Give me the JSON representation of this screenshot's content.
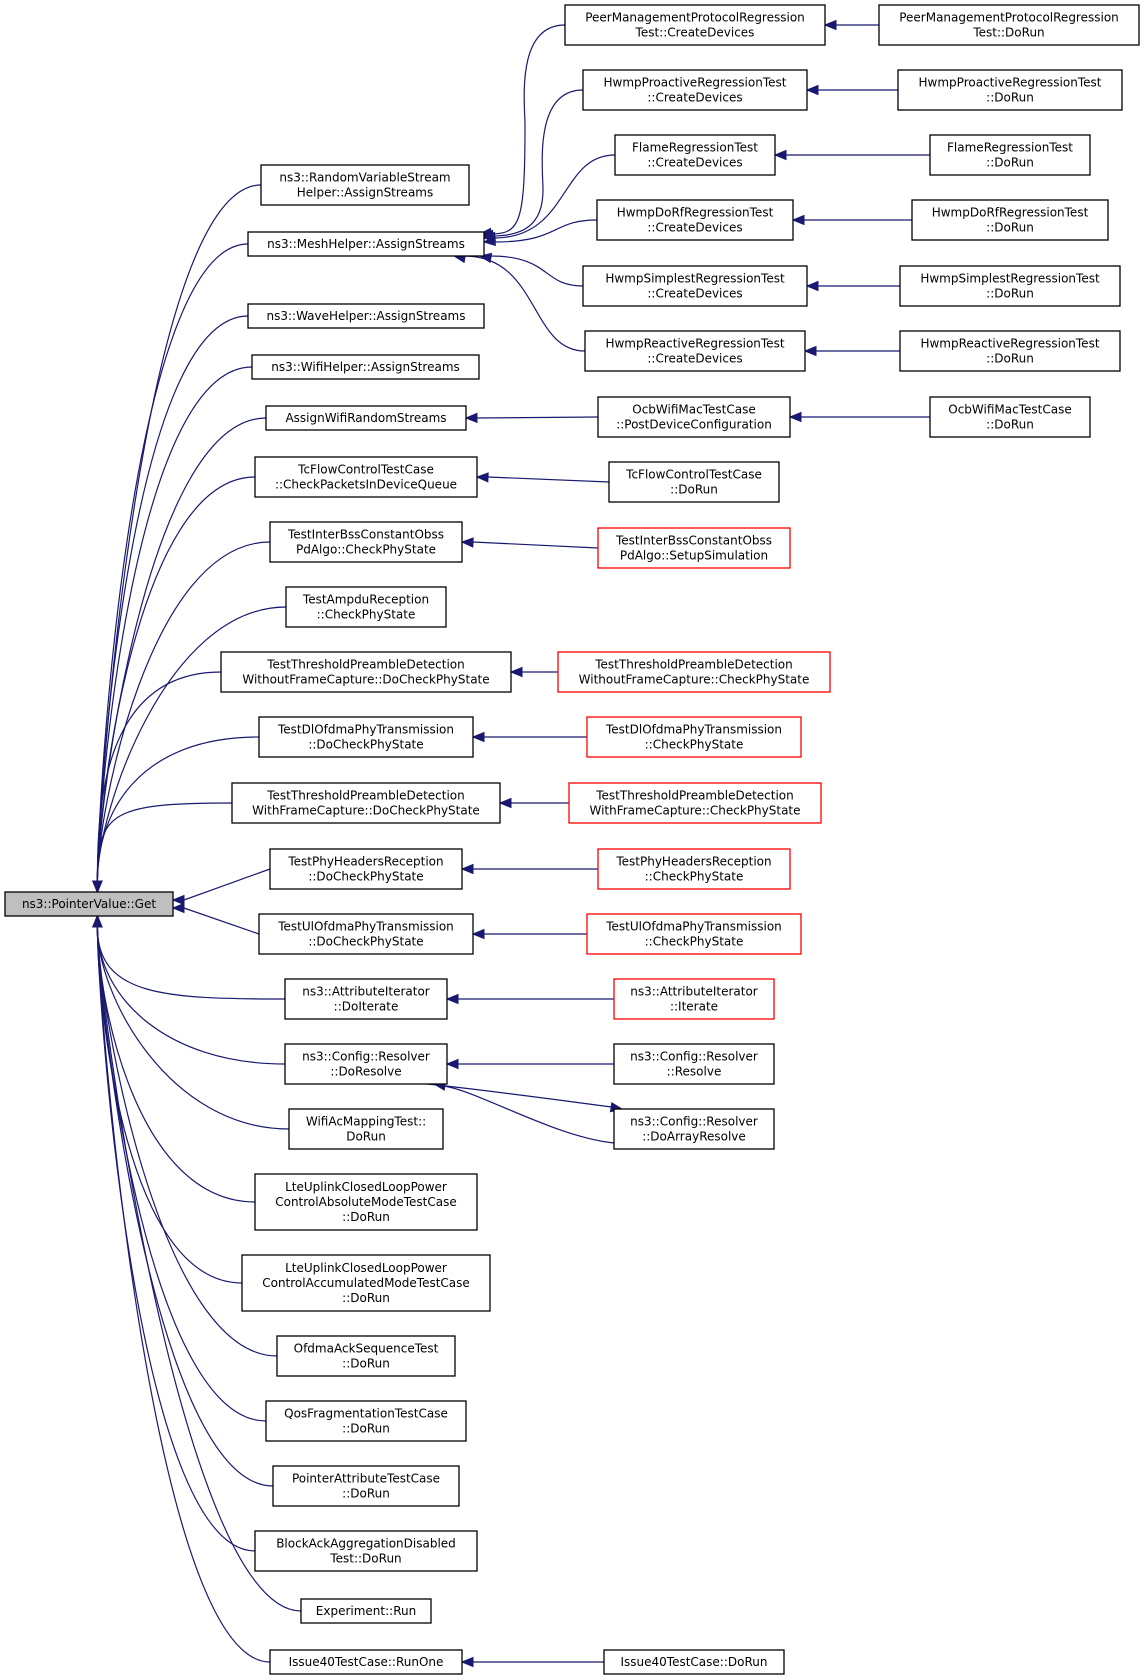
{
  "colors": {
    "edge": "#191970",
    "node_border": "#000000",
    "node_border_truncated": "#ff0000",
    "root_fill": "#bfbfbf",
    "node_fill": "#ffffff"
  },
  "nodes": [
    {
      "id": "get",
      "lines": [
        "ns3::PointerValue::Get"
      ],
      "style": "root"
    },
    {
      "id": "rvs_assign",
      "lines": [
        "ns3::RandomVariableStream",
        "Helper::AssignStreams"
      ],
      "style": "normal"
    },
    {
      "id": "mesh_assign",
      "lines": [
        "ns3::MeshHelper::AssignStreams"
      ],
      "style": "normal"
    },
    {
      "id": "wave_assign",
      "lines": [
        "ns3::WaveHelper::AssignStreams"
      ],
      "style": "normal"
    },
    {
      "id": "wifi_assign",
      "lines": [
        "ns3::WifiHelper::AssignStreams"
      ],
      "style": "normal"
    },
    {
      "id": "assign_wifi_rand",
      "lines": [
        "AssignWifiRandomStreams"
      ],
      "style": "normal"
    },
    {
      "id": "tc_check",
      "lines": [
        "TcFlowControlTestCase",
        "::CheckPacketsInDeviceQueue"
      ],
      "style": "normal"
    },
    {
      "id": "interbss_check",
      "lines": [
        "TestInterBssConstantObss",
        "PdAlgo::CheckPhyState"
      ],
      "style": "normal"
    },
    {
      "id": "ampdu_check",
      "lines": [
        "TestAmpduReception",
        "::CheckPhyState"
      ],
      "style": "normal"
    },
    {
      "id": "thr_wo_do",
      "lines": [
        "TestThresholdPreambleDetection",
        "WithoutFrameCapture::DoCheckPhyState"
      ],
      "style": "normal"
    },
    {
      "id": "dl_ofdma_do",
      "lines": [
        "TestDlOfdmaPhyTransmission",
        "::DoCheckPhyState"
      ],
      "style": "normal"
    },
    {
      "id": "thr_w_do",
      "lines": [
        "TestThresholdPreambleDetection",
        "WithFrameCapture::DoCheckPhyState"
      ],
      "style": "normal"
    },
    {
      "id": "phyhdr_do",
      "lines": [
        "TestPhyHeadersReception",
        "::DoCheckPhyState"
      ],
      "style": "normal"
    },
    {
      "id": "ul_ofdma_do",
      "lines": [
        "TestUlOfdmaPhyTransmission",
        "::DoCheckPhyState"
      ],
      "style": "normal"
    },
    {
      "id": "attr_doiter",
      "lines": [
        "ns3::AttributeIterator",
        "::DoIterate"
      ],
      "style": "normal"
    },
    {
      "id": "cfg_doresolve",
      "lines": [
        "ns3::Config::Resolver",
        "::DoResolve"
      ],
      "style": "normal"
    },
    {
      "id": "wifiac_dorun",
      "lines": [
        "WifiAcMappingTest::",
        "DoRun"
      ],
      "style": "normal"
    },
    {
      "id": "lte_abs",
      "lines": [
        "LteUplinkClosedLoopPower",
        "ControlAbsoluteModeTestCase",
        "::DoRun"
      ],
      "style": "normal"
    },
    {
      "id": "lte_acc",
      "lines": [
        "LteUplinkClosedLoopPower",
        "ControlAccumulatedModeTestCase",
        "::DoRun"
      ],
      "style": "normal"
    },
    {
      "id": "ofdma_ack",
      "lines": [
        "OfdmaAckSequenceTest",
        "::DoRun"
      ],
      "style": "normal"
    },
    {
      "id": "qos_frag",
      "lines": [
        "QosFragmentationTestCase",
        "::DoRun"
      ],
      "style": "normal"
    },
    {
      "id": "ptr_attr",
      "lines": [
        "PointerAttributeTestCase",
        "::DoRun"
      ],
      "style": "normal"
    },
    {
      "id": "blockack",
      "lines": [
        "BlockAckAggregationDisabled",
        "Test::DoRun"
      ],
      "style": "normal"
    },
    {
      "id": "exp_run",
      "lines": [
        "Experiment::Run"
      ],
      "style": "normal"
    },
    {
      "id": "issue40_runone",
      "lines": [
        "Issue40TestCase::RunOne"
      ],
      "style": "normal"
    },
    {
      "id": "pmp_create",
      "lines": [
        "PeerManagementProtocolRegression",
        "Test::CreateDevices"
      ],
      "style": "normal"
    },
    {
      "id": "hwmp_pro_create",
      "lines": [
        "HwmpProactiveRegressionTest",
        "::CreateDevices"
      ],
      "style": "normal"
    },
    {
      "id": "flame_create",
      "lines": [
        "FlameRegressionTest",
        "::CreateDevices"
      ],
      "style": "normal"
    },
    {
      "id": "hwmp_dorf_create",
      "lines": [
        "HwmpDoRfRegressionTest",
        "::CreateDevices"
      ],
      "style": "normal"
    },
    {
      "id": "hwmp_simp_create",
      "lines": [
        "HwmpSimplestRegressionTest",
        "::CreateDevices"
      ],
      "style": "normal"
    },
    {
      "id": "hwmp_react_create",
      "lines": [
        "HwmpReactiveRegressionTest",
        "::CreateDevices"
      ],
      "style": "normal"
    },
    {
      "id": "ocb_postdev",
      "lines": [
        "OcbWifiMacTestCase",
        "::PostDeviceConfiguration"
      ],
      "style": "normal"
    },
    {
      "id": "tc_dorun",
      "lines": [
        "TcFlowControlTestCase",
        "::DoRun"
      ],
      "style": "normal"
    },
    {
      "id": "interbss_setup",
      "lines": [
        "TestInterBssConstantObss",
        "PdAlgo::SetupSimulation"
      ],
      "style": "truncated"
    },
    {
      "id": "thr_wo_check",
      "lines": [
        "TestThresholdPreambleDetection",
        "WithoutFrameCapture::CheckPhyState"
      ],
      "style": "truncated"
    },
    {
      "id": "dl_ofdma_check",
      "lines": [
        "TestDlOfdmaPhyTransmission",
        "::CheckPhyState"
      ],
      "style": "truncated"
    },
    {
      "id": "thr_w_check",
      "lines": [
        "TestThresholdPreambleDetection",
        "WithFrameCapture::CheckPhyState"
      ],
      "style": "truncated"
    },
    {
      "id": "phyhdr_check",
      "lines": [
        "TestPhyHeadersReception",
        "::CheckPhyState"
      ],
      "style": "truncated"
    },
    {
      "id": "ul_ofdma_check",
      "lines": [
        "TestUlOfdmaPhyTransmission",
        "::CheckPhyState"
      ],
      "style": "truncated"
    },
    {
      "id": "attr_iterate",
      "lines": [
        "ns3::AttributeIterator",
        "::Iterate"
      ],
      "style": "truncated"
    },
    {
      "id": "cfg_resolve",
      "lines": [
        "ns3::Config::Resolver",
        "::Resolve"
      ],
      "style": "normal"
    },
    {
      "id": "cfg_doarray",
      "lines": [
        "ns3::Config::Resolver",
        "::DoArrayResolve"
      ],
      "style": "normal"
    },
    {
      "id": "issue40_dorun",
      "lines": [
        "Issue40TestCase::DoRun"
      ],
      "style": "normal"
    },
    {
      "id": "pmp_dorun",
      "lines": [
        "PeerManagementProtocolRegression",
        "Test::DoRun"
      ],
      "style": "normal"
    },
    {
      "id": "hwmp_pro_dorun",
      "lines": [
        "HwmpProactiveRegressionTest",
        "::DoRun"
      ],
      "style": "normal"
    },
    {
      "id": "flame_dorun",
      "lines": [
        "FlameRegressionTest",
        "::DoRun"
      ],
      "style": "normal"
    },
    {
      "id": "hwmp_dorf_dorun",
      "lines": [
        "HwmpDoRfRegressionTest",
        "::DoRun"
      ],
      "style": "normal"
    },
    {
      "id": "hwmp_simp_dorun",
      "lines": [
        "HwmpSimplestRegressionTest",
        "::DoRun"
      ],
      "style": "normal"
    },
    {
      "id": "hwmp_react_dorun",
      "lines": [
        "HwmpReactiveRegressionTest",
        "::DoRun"
      ],
      "style": "normal"
    },
    {
      "id": "ocb_dorun",
      "lines": [
        "OcbWifiMacTestCase",
        "::DoRun"
      ],
      "style": "normal"
    }
  ],
  "edges": [
    {
      "from": "rvs_assign",
      "to": "get"
    },
    {
      "from": "mesh_assign",
      "to": "get"
    },
    {
      "from": "wave_assign",
      "to": "get"
    },
    {
      "from": "wifi_assign",
      "to": "get"
    },
    {
      "from": "assign_wifi_rand",
      "to": "get"
    },
    {
      "from": "tc_check",
      "to": "get"
    },
    {
      "from": "interbss_check",
      "to": "get"
    },
    {
      "from": "ampdu_check",
      "to": "get"
    },
    {
      "from": "thr_wo_do",
      "to": "get"
    },
    {
      "from": "dl_ofdma_do",
      "to": "get"
    },
    {
      "from": "thr_w_do",
      "to": "get"
    },
    {
      "from": "phyhdr_do",
      "to": "get"
    },
    {
      "from": "ul_ofdma_do",
      "to": "get"
    },
    {
      "from": "attr_doiter",
      "to": "get"
    },
    {
      "from": "cfg_doresolve",
      "to": "get"
    },
    {
      "from": "wifiac_dorun",
      "to": "get"
    },
    {
      "from": "lte_abs",
      "to": "get"
    },
    {
      "from": "lte_acc",
      "to": "get"
    },
    {
      "from": "ofdma_ack",
      "to": "get"
    },
    {
      "from": "qos_frag",
      "to": "get"
    },
    {
      "from": "ptr_attr",
      "to": "get"
    },
    {
      "from": "blockack",
      "to": "get"
    },
    {
      "from": "exp_run",
      "to": "get"
    },
    {
      "from": "issue40_runone",
      "to": "get"
    },
    {
      "from": "pmp_create",
      "to": "mesh_assign"
    },
    {
      "from": "hwmp_pro_create",
      "to": "mesh_assign"
    },
    {
      "from": "flame_create",
      "to": "mesh_assign"
    },
    {
      "from": "hwmp_dorf_create",
      "to": "mesh_assign"
    },
    {
      "from": "hwmp_simp_create",
      "to": "mesh_assign"
    },
    {
      "from": "hwmp_react_create",
      "to": "mesh_assign"
    },
    {
      "from": "ocb_postdev",
      "to": "assign_wifi_rand"
    },
    {
      "from": "tc_dorun",
      "to": "tc_check"
    },
    {
      "from": "interbss_setup",
      "to": "interbss_check"
    },
    {
      "from": "thr_wo_check",
      "to": "thr_wo_do"
    },
    {
      "from": "dl_ofdma_check",
      "to": "dl_ofdma_do"
    },
    {
      "from": "thr_w_check",
      "to": "thr_w_do"
    },
    {
      "from": "phyhdr_check",
      "to": "phyhdr_do"
    },
    {
      "from": "ul_ofdma_check",
      "to": "ul_ofdma_do"
    },
    {
      "from": "attr_iterate",
      "to": "attr_doiter"
    },
    {
      "from": "cfg_resolve",
      "to": "cfg_doresolve"
    },
    {
      "from": "cfg_doarray",
      "to": "cfg_doresolve"
    },
    {
      "from": "cfg_doresolve",
      "to": "cfg_doarray"
    },
    {
      "from": "issue40_dorun",
      "to": "issue40_runone"
    },
    {
      "from": "pmp_dorun",
      "to": "pmp_create"
    },
    {
      "from": "hwmp_pro_dorun",
      "to": "hwmp_pro_create"
    },
    {
      "from": "flame_dorun",
      "to": "flame_create"
    },
    {
      "from": "hwmp_dorf_dorun",
      "to": "hwmp_dorf_create"
    },
    {
      "from": "hwmp_simp_dorun",
      "to": "hwmp_simp_create"
    },
    {
      "from": "hwmp_react_dorun",
      "to": "hwmp_react_create"
    },
    {
      "from": "ocb_dorun",
      "to": "ocb_postdev"
    }
  ]
}
